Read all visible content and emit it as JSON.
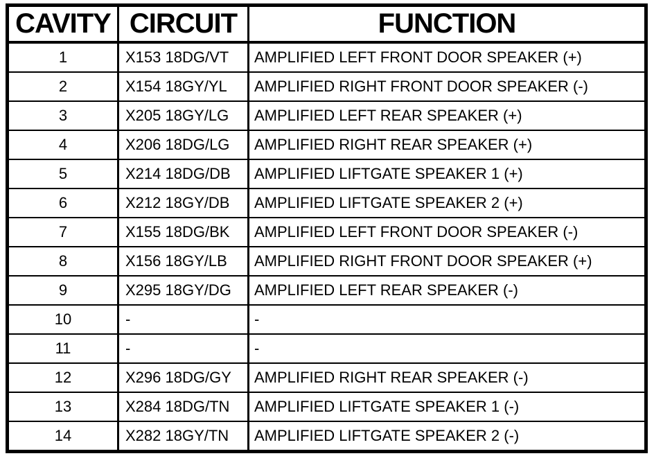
{
  "table": {
    "headers": {
      "cavity": "CAVITY",
      "circuit": "CIRCUIT",
      "function": "FUNCTION"
    },
    "rows": [
      {
        "cavity": "1",
        "circuit": "X153 18DG/VT",
        "function": "AMPLIFIED LEFT FRONT DOOR SPEAKER (+)"
      },
      {
        "cavity": "2",
        "circuit": "X154 18GY/YL",
        "function": "AMPLIFIED RIGHT FRONT DOOR SPEAKER (-)"
      },
      {
        "cavity": "3",
        "circuit": "X205 18GY/LG",
        "function": "AMPLIFIED LEFT REAR SPEAKER (+)"
      },
      {
        "cavity": "4",
        "circuit": "X206 18DG/LG",
        "function": "AMPLIFIED RIGHT REAR SPEAKER (+)"
      },
      {
        "cavity": "5",
        "circuit": "X214 18DG/DB",
        "function": "AMPLIFIED LIFTGATE SPEAKER 1 (+)"
      },
      {
        "cavity": "6",
        "circuit": "X212 18GY/DB",
        "function": "AMPLIFIED LIFTGATE SPEAKER 2 (+)"
      },
      {
        "cavity": "7",
        "circuit": "X155 18DG/BK",
        "function": "AMPLIFIED LEFT FRONT DOOR SPEAKER (-)"
      },
      {
        "cavity": "8",
        "circuit": "X156 18GY/LB",
        "function": "AMPLIFIED RIGHT FRONT DOOR SPEAKER (+)"
      },
      {
        "cavity": "9",
        "circuit": "X295 18GY/DG",
        "function": "AMPLIFIED LEFT REAR SPEAKER (-)"
      },
      {
        "cavity": "10",
        "circuit": "-",
        "function": "-"
      },
      {
        "cavity": "11",
        "circuit": "-",
        "function": "-"
      },
      {
        "cavity": "12",
        "circuit": "X296 18DG/GY",
        "function": "AMPLIFIED RIGHT REAR SPEAKER (-)"
      },
      {
        "cavity": "13",
        "circuit": "X284 18DG/TN",
        "function": "AMPLIFIED LIFTGATE SPEAKER 1 (-)"
      },
      {
        "cavity": "14",
        "circuit": "X282 18GY/TN",
        "function": "AMPLIFIED LIFTGATE SPEAKER 2 (-)"
      }
    ]
  },
  "colors": {
    "text": "#000000",
    "border": "#000000",
    "background": "#ffffff"
  }
}
